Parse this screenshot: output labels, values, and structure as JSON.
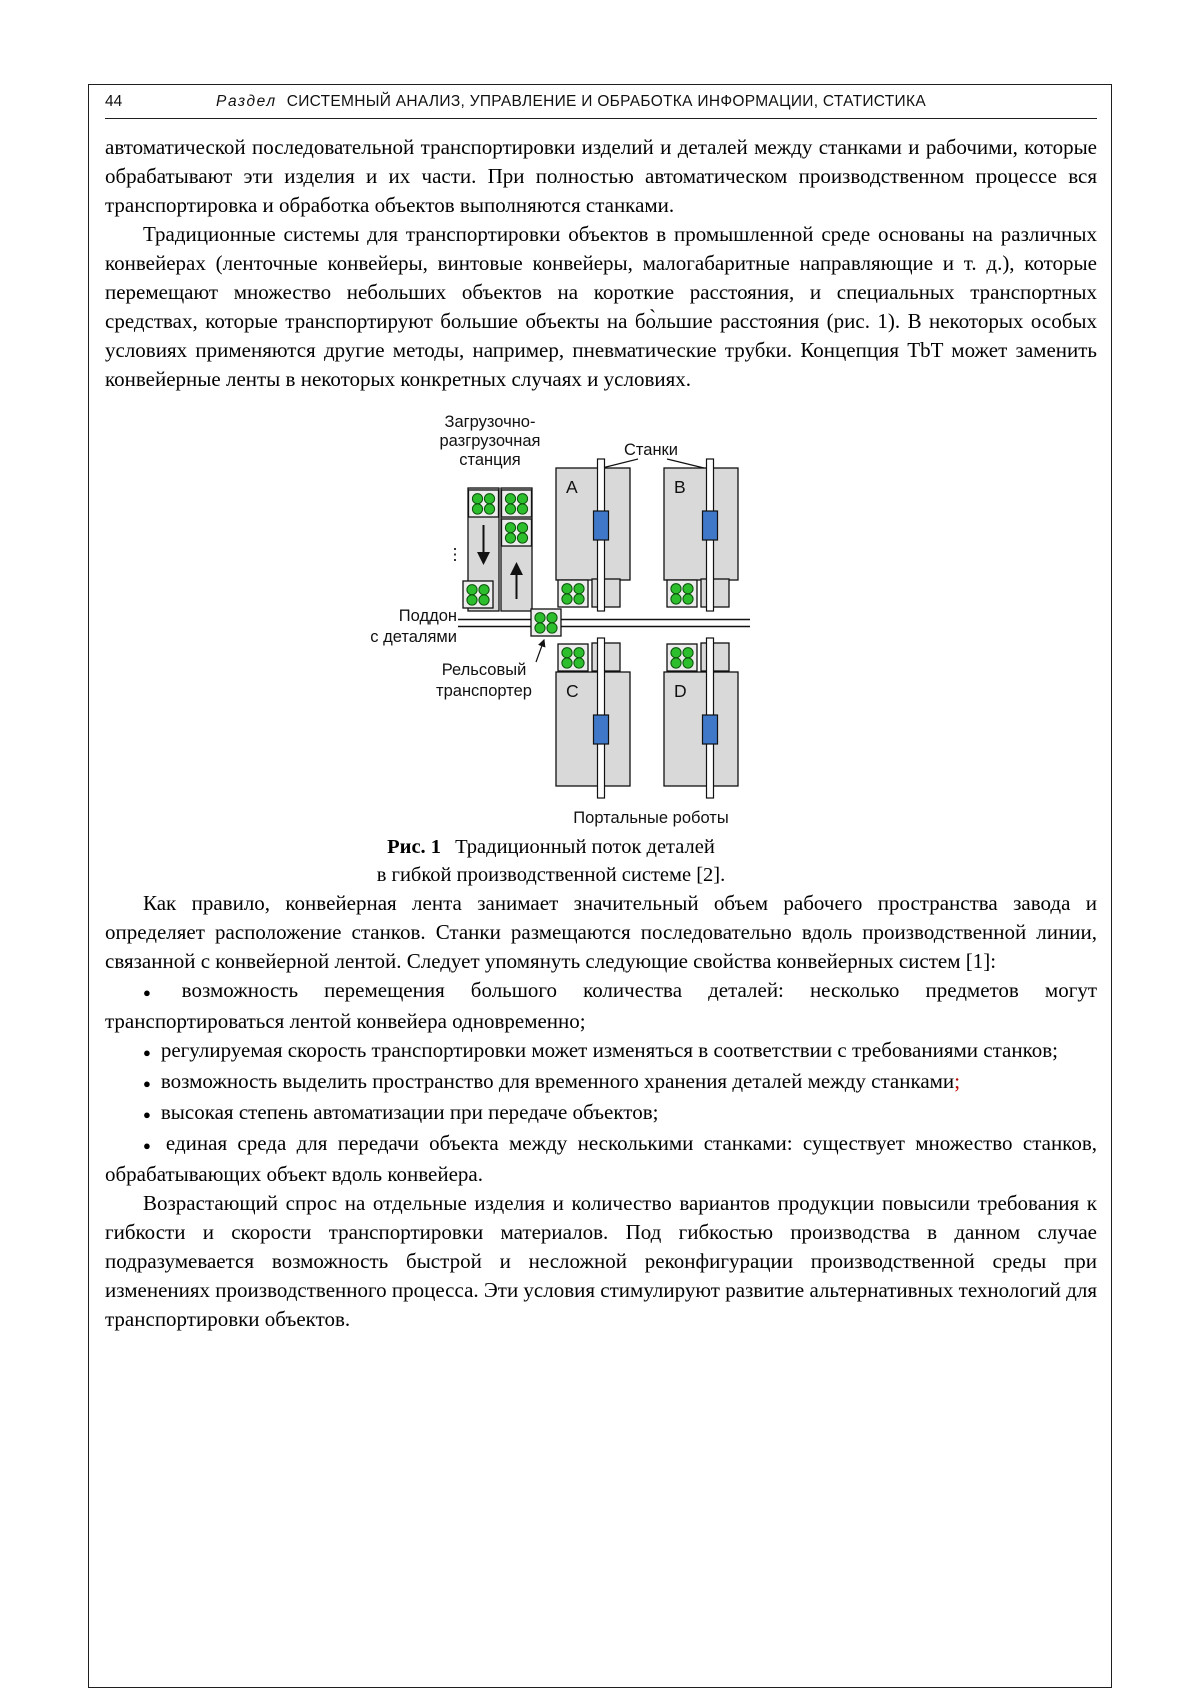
{
  "page": {
    "number": "44",
    "header": {
      "section_label": "Раздел",
      "title": "СИСТЕМНЫЙ АНАЛИЗ, УПРАВЛЕНИЕ И ОБРАБОТКА ИНФОРМАЦИИ, СТАТИСТИКА"
    }
  },
  "body": {
    "p1": "автоматической последовательной транспортировки изделий и деталей между станками и рабочими, которые обрабатывают эти изделия и их части. При полностью автоматическом производственном процессе вся транспортировка и обработка объектов выполняются станками.",
    "p2": "Традиционные системы для транспортировки объектов в промышленной среде основаны на различных конвейерах (ленточные конвейеры, винтовые конвейеры, малогабаритные направляющие и т. д.), которые перемещают множество небольших объектов на короткие расстояния, и специальных транспортных средствах, которые транспортируют большие объекты на бо̀льшие расстояния (рис. 1). В некоторых особых условиях применяются другие методы, например, пневматические трубки. Концепция TbT может заменить конвейерные ленты в некоторых конкретных случаях и условиях.",
    "p3": "Как правило, конвейерная лента занимает значительный объем рабочего пространства завода и определяет расположение станков. Станки размещаются последовательно вдоль производственной линии, связанной с конвейерной лентой. Следует упомянуть следующие свойства конвейерных систем [1]:",
    "p4": "Возрастающий спрос на отдельные изделия и количество вариантов продукции повысили требования к гибкости и скорости транспортировки материалов. Под гибкостью производства в данном случае подразумевается возможность быстрой и несложной реконфигурации производственной среды при изменениях производственного процесса. Эти условия стимулируют развитие альтернативных технологий для транспортировки объектов."
  },
  "bullets": {
    "marker": "●",
    "items": [
      {
        "text": "возможность перемещения большого количества деталей: несколько предметов могут транспортироваться лентой конвейера одновременно;"
      },
      {
        "text": "регулируемая скорость транспортировки может изменяться в соответствии с требованиями станков;"
      },
      {
        "text": "возможность выделить пространство для временного хранения деталей между станками",
        "red_tail": ";"
      },
      {
        "text": "высокая степень автоматизации при передаче объектов;"
      },
      {
        "text": "единая среда для передачи объекта между несколькими станками:  существует множество станков, обрабатывающих объект вдоль конвейера."
      }
    ]
  },
  "figure": {
    "labels": {
      "loading_station_1": "Загрузочно-",
      "loading_station_2": "разгрузочная",
      "loading_station_3": "станция",
      "machines": "Станки",
      "machine_a": "A",
      "machine_b": "B",
      "machine_c": "C",
      "machine_d": "D",
      "pallet_1": "Поддон",
      "pallet_2": "с деталями",
      "rail_1": "Рельсовый",
      "rail_2": "транспортер",
      "portal_robots": "Портальные роботы",
      "queue_dots": "⋮"
    },
    "colors": {
      "part_green": "#2dbe2d",
      "robot_blue": "#3f78c8",
      "machine_gray": "#d9d9d9",
      "highlight_red": "#c00000"
    }
  },
  "caption": {
    "tag": "Рис. 1",
    "line1": "Традиционный поток деталей",
    "line2": "в гибкой производственной системе [2]."
  }
}
